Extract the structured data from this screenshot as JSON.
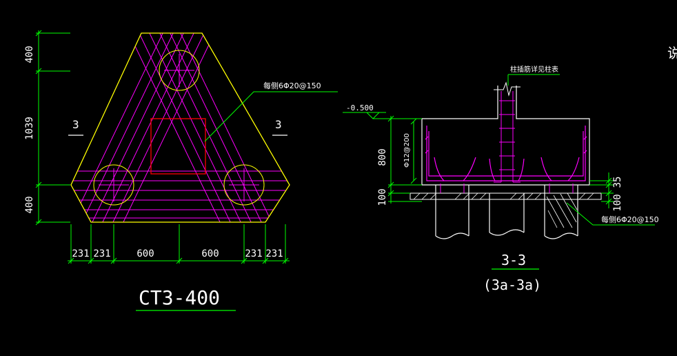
{
  "colors": {
    "background": "#000000",
    "dimension": "#00ff00",
    "outline": "#ffff00",
    "rebar": "#ff00ff",
    "column": "#ff0000",
    "concrete": "#ffffff",
    "leader": "#00ff00"
  },
  "plan": {
    "section_mark_left": "3",
    "section_mark_right": "3",
    "rebar_callout": "每侧6Φ20@150",
    "title": "CT3-400",
    "vertical_dims": [
      "400",
      "1039",
      "400"
    ],
    "horizontal_dims": [
      "231",
      "231",
      "600",
      "600",
      "231",
      "231"
    ]
  },
  "section": {
    "column_note": "柱插筋详见柱表",
    "elevation": "-0.500",
    "stirrup_label": "Φ12@200",
    "rebar_callout": "每侧6Φ20@150",
    "left_dims": [
      "800",
      "100"
    ],
    "right_dims": [
      "35",
      "100"
    ],
    "title": "3-3",
    "subtitle": "(3a-3a)"
  },
  "edge_note": "说"
}
